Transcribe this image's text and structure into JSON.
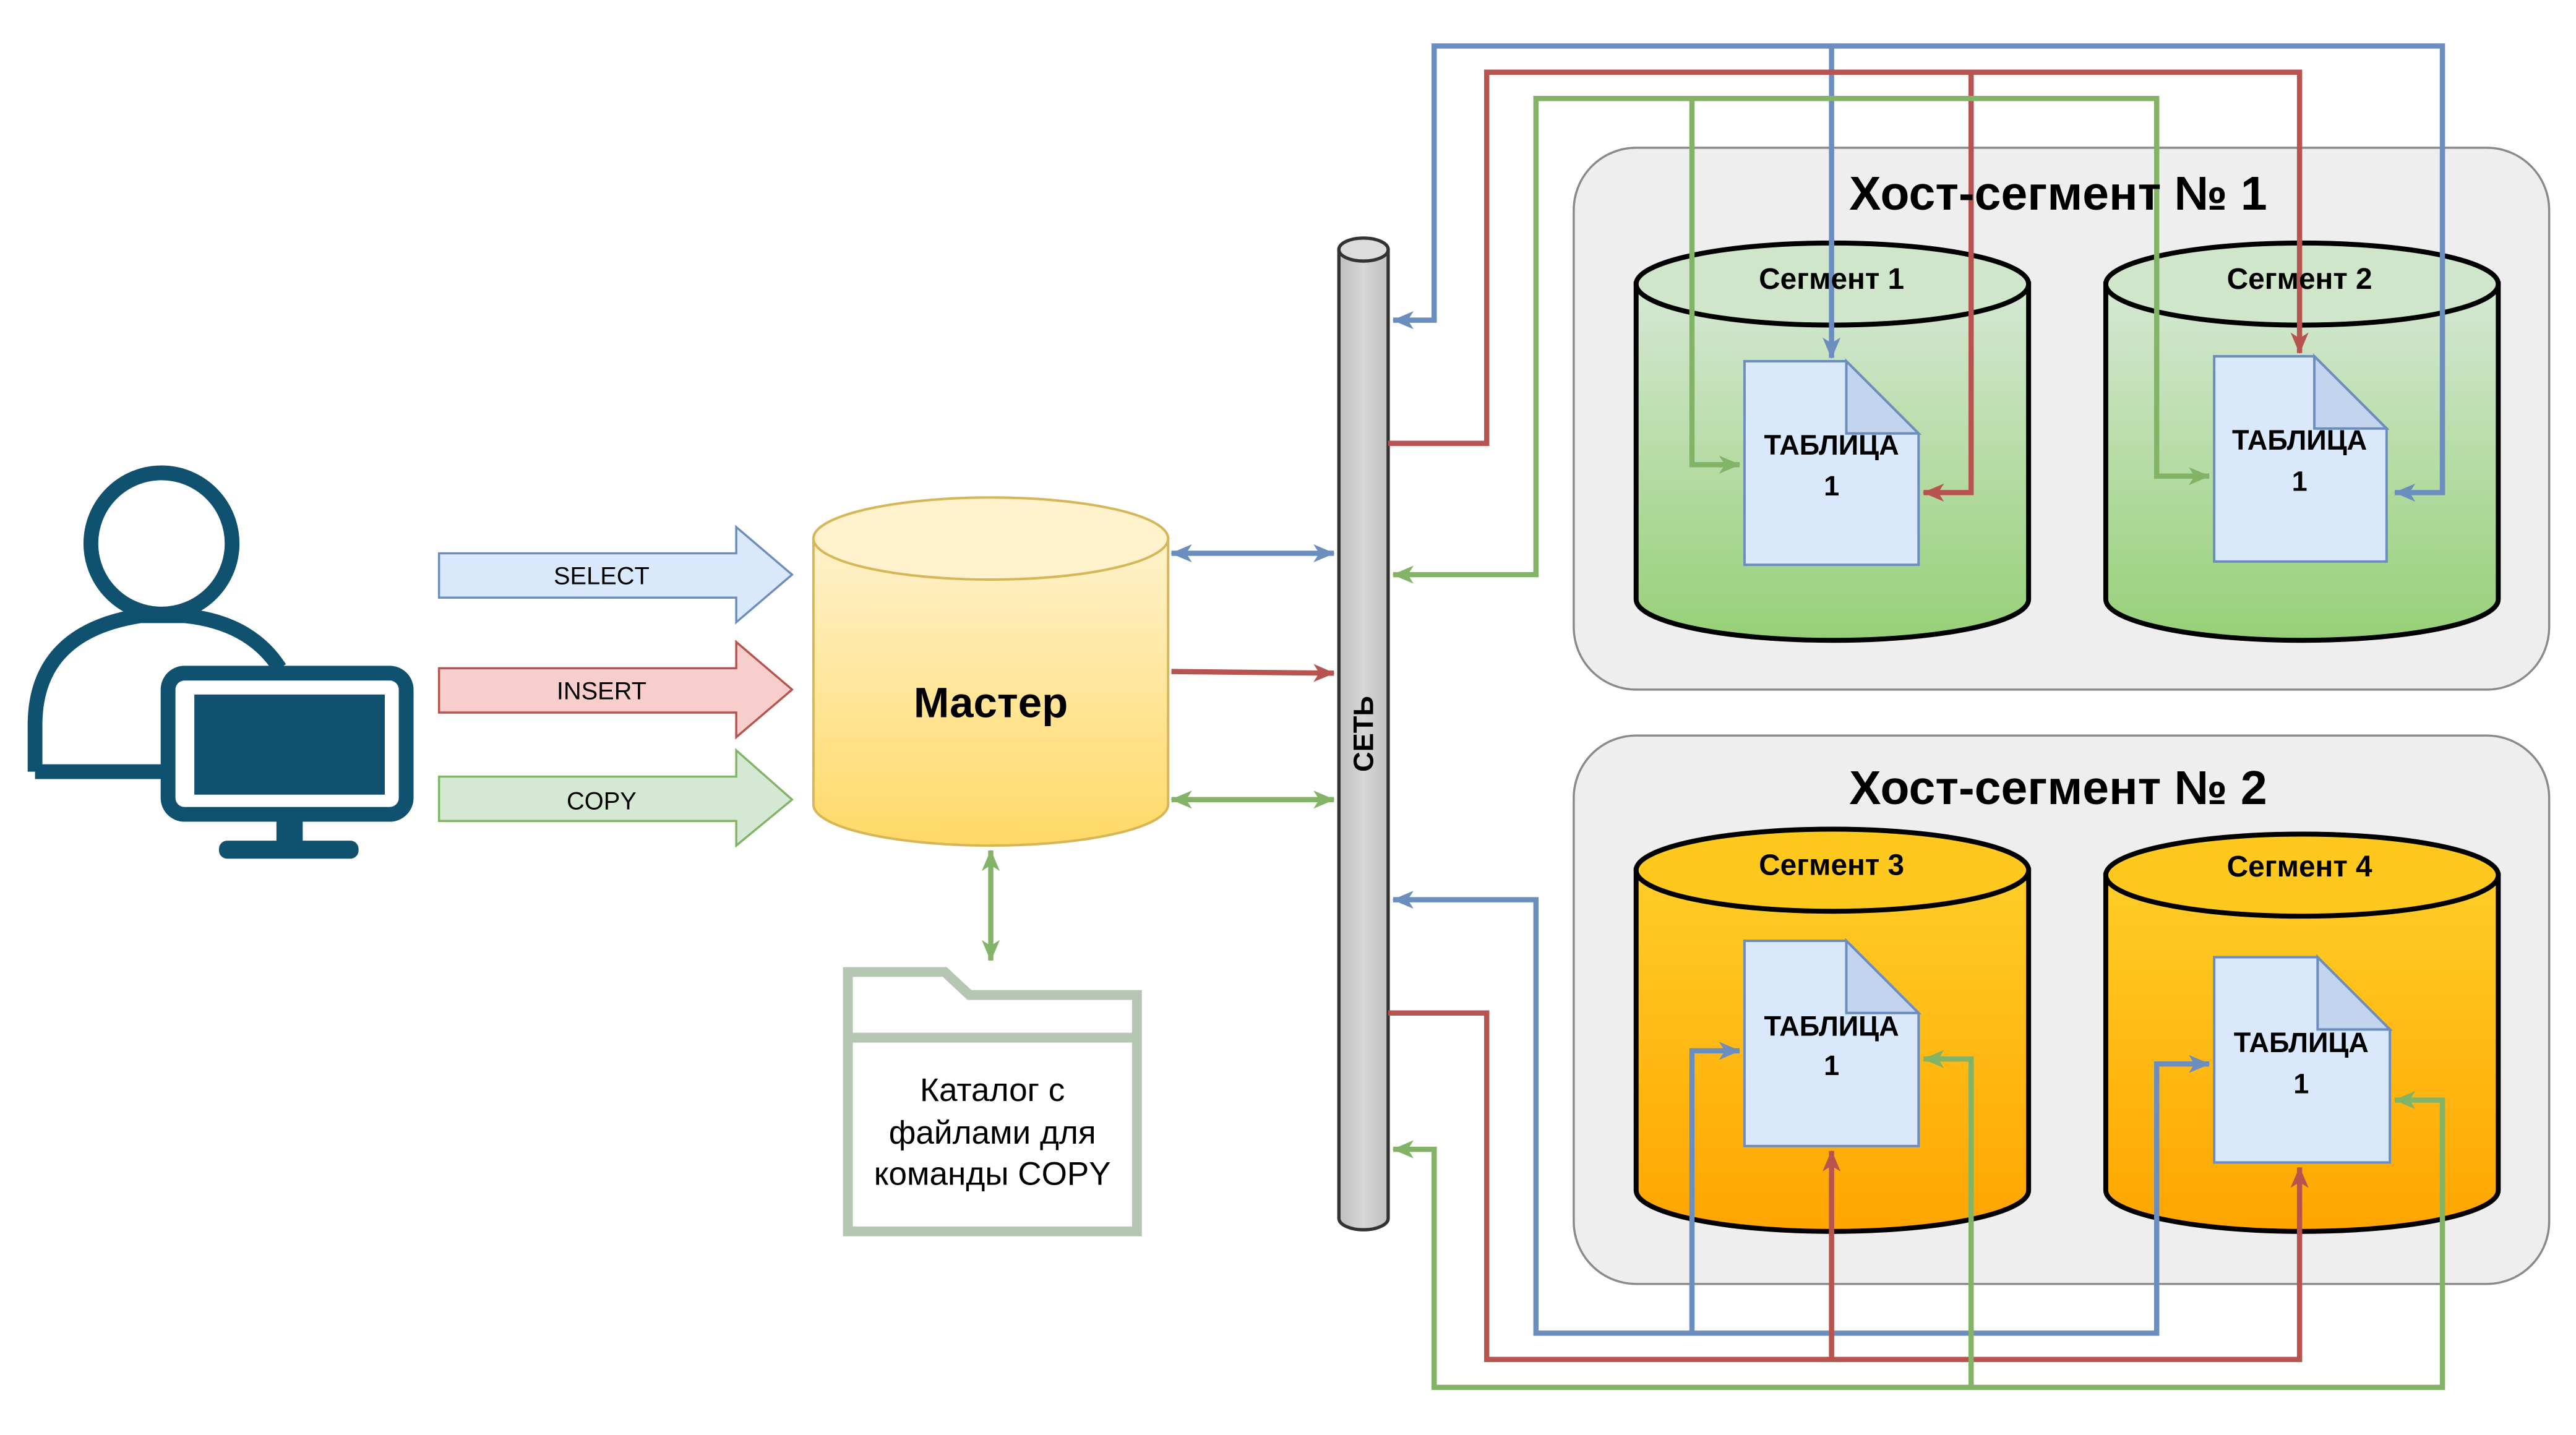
{
  "user_actions": {
    "select_label": "SELECT",
    "insert_label": "INSERT",
    "copy_label": "COPY"
  },
  "master": {
    "label": "Мастер"
  },
  "copy_directory": {
    "lines": [
      "Каталог с",
      "файлами для",
      "команды COPY"
    ]
  },
  "network": {
    "label": "СЕТЬ"
  },
  "host_segments": [
    {
      "title": "Хост-сегмент № 1",
      "segments": [
        {
          "label": "Сегмент 1",
          "table_lines": [
            "ТАБЛИЦА",
            "1"
          ]
        },
        {
          "label": "Сегмент 2",
          "table_lines": [
            "ТАБЛИЦА",
            "1"
          ]
        }
      ]
    },
    {
      "title": "Хост-сегмент № 2",
      "segments": [
        {
          "label": "Сегмент 3",
          "table_lines": [
            "ТАБЛИЦА",
            "1"
          ]
        },
        {
          "label": "Сегмент 4",
          "table_lines": [
            "ТАБЛИЦА",
            "1"
          ]
        }
      ]
    }
  ],
  "icons": [
    "user-icon",
    "monitor-icon",
    "folder-icon",
    "database-icon",
    "document-icon"
  ],
  "colors": {
    "select_blue": "#6c8ebf",
    "insert_red": "#b85450",
    "copy_green": "#82b366",
    "user_icon": "#10516f",
    "folder_outline": "#b5c7b2",
    "master_yellow": "#ffd966",
    "host1_green": "#97d077",
    "host2_orange": "#ffa500"
  }
}
